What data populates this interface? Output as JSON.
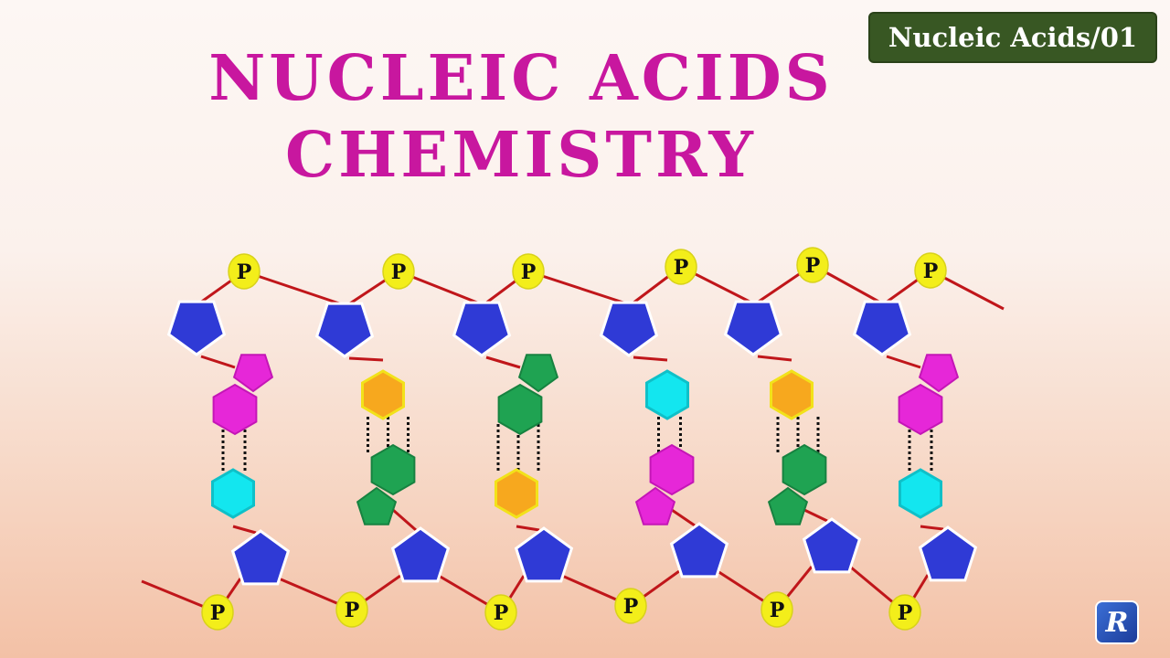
{
  "title": {
    "line1": "NUCLEIC ACIDS",
    "line2": "CHEMISTRY"
  },
  "series_badge": "Nucleic Acids/01",
  "logo_text": "R",
  "phosphate_label": "P",
  "colors": {
    "title": "#c8179f",
    "sugar": "#2f3ad6",
    "backbone": "#c0161a",
    "phosphate": "#f3ee1a",
    "base_magenta": "#e627d8",
    "base_green": "#1fa352",
    "base_cyan": "#13e6ef",
    "base_orange": "#f7a81e",
    "badge": "#385723"
  },
  "base_pairs": [
    {
      "top": "magenta",
      "bottom": "cyan",
      "bonds": 2
    },
    {
      "top": "orange",
      "bottom": "green",
      "bonds": 3
    },
    {
      "top": "green",
      "bottom": "orange",
      "bonds": 3
    },
    {
      "top": "cyan",
      "bottom": "magenta",
      "bonds": 2
    },
    {
      "top": "orange",
      "bottom": "green",
      "bonds": 3
    },
    {
      "top": "magenta",
      "bottom": "cyan",
      "bonds": 2
    }
  ]
}
